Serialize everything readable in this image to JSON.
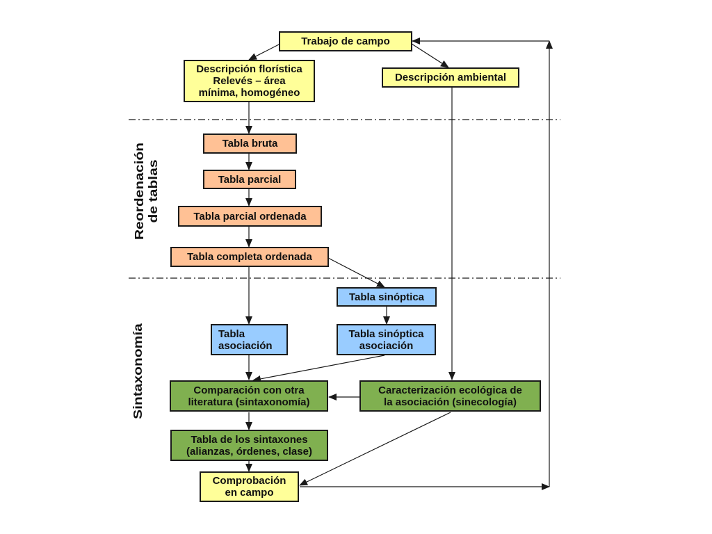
{
  "nodes": {
    "trabajo_campo": "Trabajo de campo",
    "descripcion_floristica": "Descripción florística\nRelevés – área\nmínima, homogéneo",
    "descripcion_ambiental": "Descripción ambiental",
    "tabla_bruta": "Tabla bruta",
    "tabla_parcial": "Tabla parcial",
    "tabla_parcial_ordenada": "Tabla parcial ordenada",
    "tabla_completa_ordenada": "Tabla completa ordenada",
    "tabla_sinoptica": "Tabla sinóptica",
    "tabla_asociacion": "Tabla\nasociación",
    "tabla_sinoptica_asociacion": "Tabla sinóptica\nasociación",
    "comparacion": "Comparación con otra\nliteratura (sintaxonomía)",
    "caracterizacion": "Caracterización ecológica de\nla asociación (sinecología)",
    "tabla_sintaxones": "Tabla de los sintaxones\n(alianzas, órdenes, clase)",
    "comprobacion": "Comprobación\nen campo"
  },
  "section_labels": {
    "reordenacion": "Reordenación\nde tablas",
    "sintaxonomia": "Sintaxonomía"
  },
  "colors": {
    "field": "#ffff99",
    "table": "#ffc195",
    "synoptic": "#99ccff",
    "synthesis": "#80b050",
    "line": "#1a1a1a"
  }
}
